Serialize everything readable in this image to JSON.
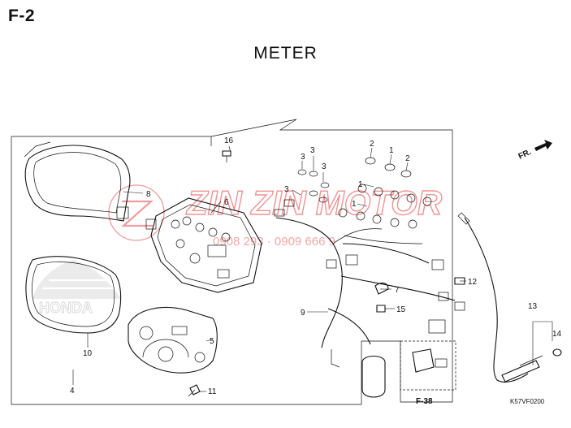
{
  "header": {
    "page_code": "F-2",
    "title": "METER"
  },
  "direction_marker": {
    "label": "FR.",
    "icon": "arrow-forward-icon"
  },
  "callouts": {
    "c1a": "1",
    "c1b": "1",
    "c1c": "1",
    "c2a": "2",
    "c2b": "2",
    "c3a": "3",
    "c3b": "3",
    "c3c": "3",
    "c3d": "3",
    "c4": "4",
    "c5": "5",
    "c6": "6",
    "c7": "7",
    "c8": "8",
    "c9": "9",
    "c10": "10",
    "c11": "11",
    "c12": "12",
    "c13": "13",
    "c14": "14",
    "c15": "15",
    "c16": "16"
  },
  "cross_reference": "F-38",
  "drawing_code": "K57VF0200",
  "watermark": {
    "brand": "ZIN ZIN MOTOR",
    "phone": "0908 293 · 0909 666 9"
  },
  "emblem_text": "HONDA",
  "colors": {
    "line": "#111111",
    "watermark": "#e23b3b"
  }
}
